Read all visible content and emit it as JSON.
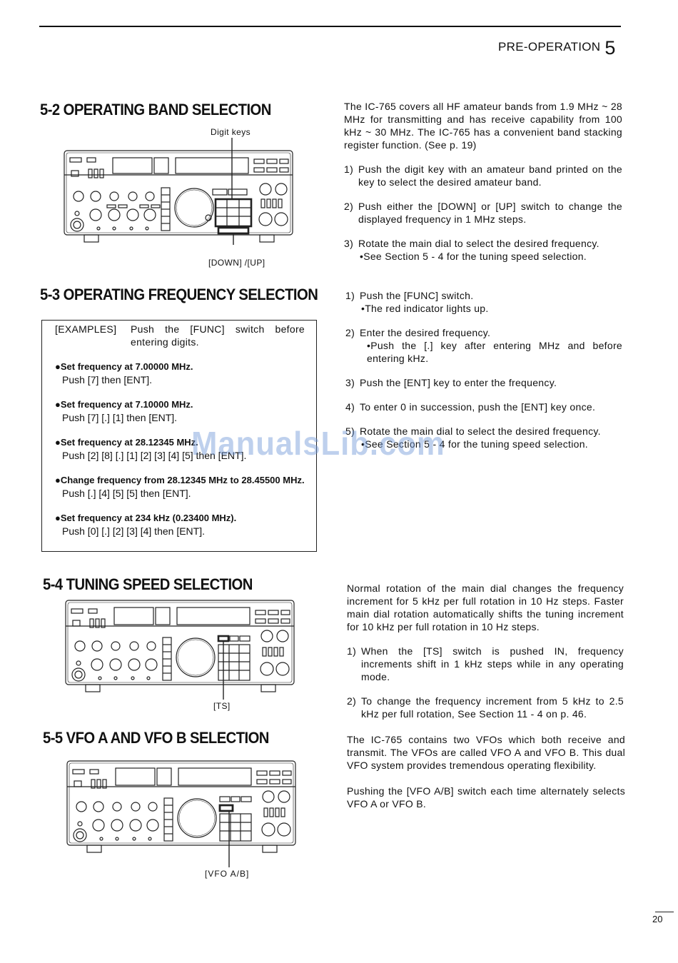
{
  "header": {
    "title": "PRE-OPERATION",
    "chapter": "5"
  },
  "sec52": {
    "heading": "5-2 OPERATING BAND SELECTION",
    "label_top": "Digit keys",
    "label_bottom": "[DOWN] /[UP]",
    "intro": "The IC-765 covers all HF amateur bands from 1.9 MHz ~ 28 MHz for transmitting and has receive capability from 100 kHz ~ 30 MHz.  The IC-765 has a convenient band stacking register function.  (See p. 19)",
    "steps": [
      {
        "n": "1)",
        "text": "Push the digit key with an amateur band printed on the key to select the desired amateur band."
      },
      {
        "n": "2)",
        "text": "Push either the [DOWN] or [UP] switch to change the displayed frequency in 1 MHz steps."
      },
      {
        "n": "3)",
        "text": "Rotate the main dial to select the desired frequency.",
        "sub": "•See Section 5 - 4 for the tuning speed selection."
      }
    ]
  },
  "sec53": {
    "heading": "5-3 OPERATING FREQUENCY SELECTION",
    "examples_label": "[EXAMPLES]",
    "examples_intro": "Push the [FUNC] switch before entering digits.",
    "examples": [
      {
        "title": "●Set frequency at 7.00000 MHz.",
        "text": "Push [7] then [ENT]."
      },
      {
        "title": "●Set frequency at 7.10000 MHz.",
        "text": "Push [7] [.] [1] then [ENT]."
      },
      {
        "title": "●Set frequency at 28.12345 MHz.",
        "text": "Push [2] [8] [.] [1] [2] [3] [4] [5] then [ENT]."
      },
      {
        "title": "●Change frequency from 28.12345 MHz to 28.45500 MHz.",
        "text": "Push [.] [4] [5] [5] then [ENT]."
      },
      {
        "title": "●Set frequency at 234 kHz (0.23400 MHz).",
        "text": "Push [0] [.] [2] [3] [4] then [ENT]."
      }
    ],
    "steps": [
      {
        "n": "1)",
        "text": "Push the [FUNC] switch.",
        "sub": "•The red indicator lights up."
      },
      {
        "n": "2)",
        "text": "Enter the desired frequency.",
        "sub": "•Push the [.] key after entering MHz and before entering kHz."
      },
      {
        "n": "3)",
        "text": "Push the [ENT] key to enter the frequency."
      },
      {
        "n": "4)",
        "text": "To enter 0 in succession, push the [ENT] key once."
      },
      {
        "n": "5)",
        "text": "Rotate the main dial to select the desired frequency.",
        "sub": "•See Section 5 - 4 for the tuning speed selection."
      }
    ]
  },
  "sec54": {
    "heading": "5-4 TUNING SPEED SELECTION",
    "label_bottom": "[TS]",
    "intro": "Normal rotation of the main dial changes the frequency increment for 5 kHz per full rotation in 10 Hz steps.  Faster main dial rotation automatically shifts the tuning increment for 10 kHz per full rotation in 10 Hz steps.",
    "steps": [
      {
        "n": "1)",
        "text": "When the [TS] switch is pushed IN, frequency increments shift in 1 kHz steps while in any operating mode."
      },
      {
        "n": "2)",
        "text": "To change the frequency increment from 5 kHz to 2.5 kHz per full rotation, See Section 11 - 4 on p. 46."
      }
    ]
  },
  "sec55": {
    "heading": "5-5 VFO A AND VFO B SELECTION",
    "label_bottom": "[VFO A/B]",
    "p1": "The IC-765 contains two VFOs which both receive and transmit.  The VFOs are called VFO A and VFO B.  This dual VFO system provides tremendous operating flexibility.",
    "p2": "Pushing the [VFO A/B] switch each time alternately selects VFO A or VFO B."
  },
  "watermark": "ManualsLib.com",
  "page_number": "20"
}
